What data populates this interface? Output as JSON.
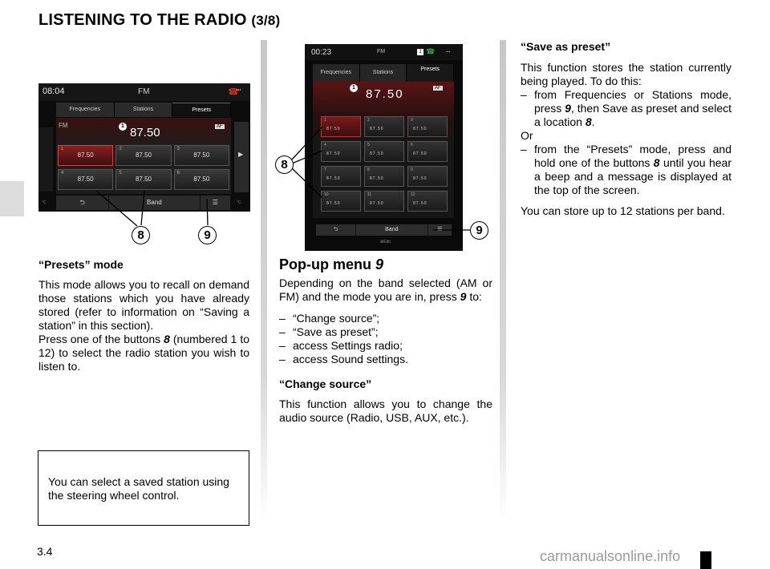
{
  "title": {
    "main": "LISTENING TO THE RADIO",
    "part": "(3/8)"
  },
  "small_screen": {
    "clock": "08:04",
    "band": "FM",
    "tabs": [
      "Frequencies",
      "Stations",
      "Presets"
    ],
    "fm_label": "FM",
    "info_mark": "1",
    "frequency": "87.50",
    "af": "AF",
    "presets": [
      {
        "n": "1",
        "f": "87.50"
      },
      {
        "n": "2",
        "f": "87.50"
      },
      {
        "n": "3",
        "f": "87.50"
      },
      {
        "n": "4",
        "f": "87.50"
      },
      {
        "n": "5",
        "f": "87.50"
      },
      {
        "n": "6",
        "f": "87.50"
      }
    ],
    "back_glyph": "⮌",
    "band_button": "Band",
    "menu_glyph": "☰",
    "arrow_glyph": "▶"
  },
  "tall_screen": {
    "clock": "00:23",
    "band": "FM",
    "badge": "1",
    "tabs": [
      "Frequencies",
      "Stations",
      "Presets"
    ],
    "info_mark": "1",
    "frequency": "87.50",
    "af": "AF",
    "presets": [
      {
        "n": "1",
        "f": "87.50"
      },
      {
        "n": "2",
        "f": "87.50"
      },
      {
        "n": "3",
        "f": "87.50"
      },
      {
        "n": "4",
        "f": "87.50"
      },
      {
        "n": "5",
        "f": "87.50"
      },
      {
        "n": "6",
        "f": "87.50"
      },
      {
        "n": "7",
        "f": "87.50"
      },
      {
        "n": "8",
        "f": "87.50"
      },
      {
        "n": "9",
        "f": "87.50"
      },
      {
        "n": "10",
        "f": "87.50"
      },
      {
        "n": "11",
        "f": "87.50"
      },
      {
        "n": "12",
        "f": "87.50"
      }
    ],
    "back_glyph": "⮌",
    "band_button": "Band",
    "menu_glyph": "☰",
    "edit": "✿Edit"
  },
  "callouts": {
    "eight": "8",
    "nine": "9"
  },
  "left_column": {
    "presets_heading": "“Presets” mode",
    "presets_para1": "This mode allows you to recall on demand those stations which you have already stored (refer to information on “Saving a station” in this section).",
    "presets_para2_pre": "Press one of the buttons ",
    "presets_para2_num": "8",
    "presets_para2_post": " (numbered 1 to 12) to select the radio station you wish to listen to.",
    "note": "You can select a saved station using the steering wheel control."
  },
  "middle_column": {
    "heading": "Pop-up menu ",
    "heading_num": "9",
    "intro_pre": "Depending on the band selected (AM or FM) and the mode you are in, press ",
    "intro_num": "9",
    "intro_post": " to:",
    "items": [
      "“Change source”;",
      "“Save as preset”;",
      "access Settings radio;",
      "access Sound settings."
    ],
    "change_heading": "“Change source”",
    "change_para": "This function allows you to change the audio source (Radio, USB, AUX, etc.)."
  },
  "right_column": {
    "heading": "“Save as preset”",
    "intro": "This function stores the station currently being played. To do this:",
    "step1_pre": "from Frequencies or Stations mode, press ",
    "step1_num1": "9",
    "step1_mid": ", then Save as preset and select a location ",
    "step1_num2": "8",
    "step1_post": ".",
    "or": "Or",
    "step2_pre": "from the “Presets” mode, press and hold one of the buttons ",
    "step2_num": "8",
    "step2_post": " until you hear a beep and a message is displayed at the top of the screen.",
    "closing": "You can store up to 12 stations per band."
  },
  "page_number": "3.4",
  "watermark": "carmanualsonline.info"
}
